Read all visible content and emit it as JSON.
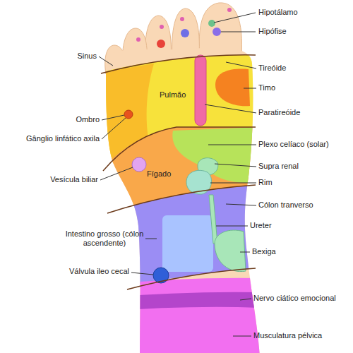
{
  "diagram": {
    "nodes": [
      {
        "text": [
          "Pulmão"
        ]
      },
      {
        "text": [
          "Fígado"
        ]
      }
    ],
    "labels": [
      "Hipotálamo",
      "Hipófise",
      "Sinus",
      "Tireóide",
      "Timo",
      "Paratireóide",
      "Ombro",
      "Gânglio linfático axila",
      "Plexo celíaco (solar)",
      "Supra renal",
      "Vesícula biliar",
      "Rim",
      "Cólon tranverso",
      "Intestino grosso (cólon ascendente)",
      "Ureter",
      "Bexiga",
      "Válvula ileo cecal",
      "Nervo ciático emocional",
      "Musculatura pélvica"
    ]
  }
}
